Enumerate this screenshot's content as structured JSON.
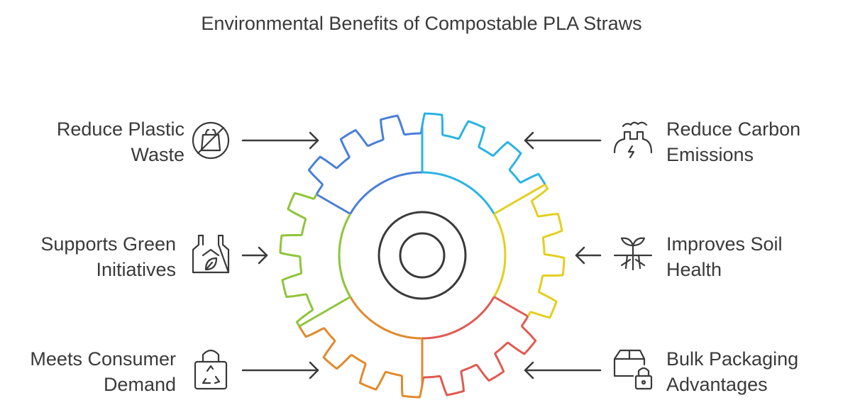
{
  "title": "Environmental Benefits of Compostable PLA Straws",
  "items": [
    {
      "id": "reduce-plastic",
      "line1": "Reduce Plastic",
      "line2": "Waste",
      "icon": "no-plastic-bag-icon"
    },
    {
      "id": "supports-green",
      "line1": "Supports Green",
      "line2": "Initiatives",
      "icon": "green-factory-icon"
    },
    {
      "id": "consumer-demand",
      "line1": "Meets Consumer",
      "line2": "Demand",
      "icon": "recycle-bag-icon"
    },
    {
      "id": "carbon",
      "line1": "Reduce Carbon",
      "line2": "Emissions",
      "icon": "factory-emissions-icon"
    },
    {
      "id": "soil",
      "line1": "Improves Soil",
      "line2": "Health",
      "icon": "plant-roots-icon"
    },
    {
      "id": "packaging",
      "line1": "Bulk Packaging",
      "line2": "Advantages",
      "icon": "locked-box-icon"
    }
  ],
  "colors": {
    "blue": "#4a7fd6",
    "cyan": "#2bb3e3",
    "yellow": "#e3cf1f",
    "green": "#8fc43a",
    "orange": "#e08a2c",
    "red": "#e05a52",
    "text": "#3a3a3a"
  }
}
